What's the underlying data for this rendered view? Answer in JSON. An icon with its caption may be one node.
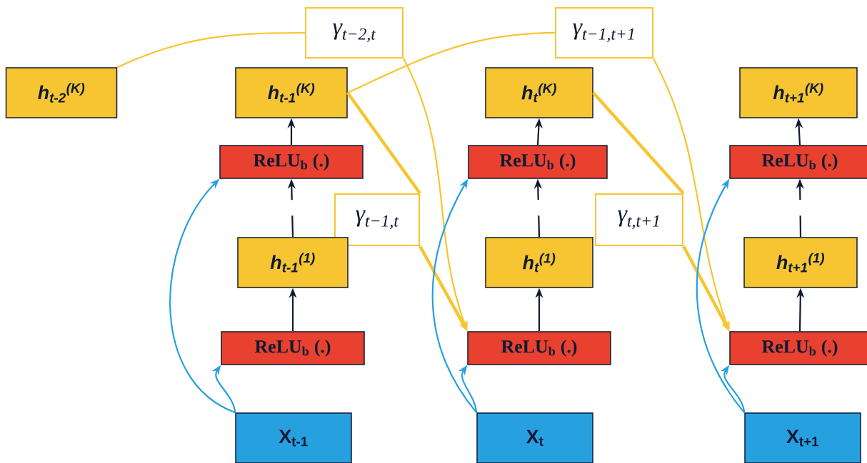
{
  "diagram": {
    "nodes": [
      {
        "text": [
          "γ$_{t−2,t}$"
        ]
      },
      {
        "text": [
          "γ$_{t−1,t+1}$"
        ]
      },
      {
        "text": [
          "h$_{t-2}$$^{(K)}$"
        ]
      },
      {
        "text": [
          "h$_{t-1}$$^{(K)}$"
        ]
      },
      {
        "text": [
          "h$_{t}$$^{(K)}$"
        ]
      },
      {
        "text": [
          "h$_{t+1}$$^{(K)}$"
        ]
      },
      {
        "text": [
          "ReLU$_{b}$ (.)"
        ]
      },
      {
        "text": [
          "ReLU$_{b}$ (.)"
        ]
      },
      {
        "text": [
          "ReLU$_{b}$ (.)"
        ]
      },
      {
        "text": [
          "γ$_{t−1,t}$"
        ]
      },
      {
        "text": [
          "γ$_{t,t+1}$"
        ]
      },
      {
        "text": [
          "h$_{t-1}$$^{(1)}$"
        ]
      },
      {
        "text": [
          "h$_{t}$$^{(1)}$"
        ]
      },
      {
        "text": [
          "h$_{t+1}$$^{(1)}$"
        ]
      },
      {
        "text": [
          "ReLU$_{b}$ (.)"
        ]
      },
      {
        "text": [
          "ReLU$_{b}$ (.)"
        ]
      },
      {
        "text": [
          "ReLU$_{b}$ (.)"
        ]
      },
      {
        "text": [
          "X$_{t-1}$"
        ]
      },
      {
        "text": [
          "X$_{t}$"
        ]
      },
      {
        "text": [
          "X$_{t+1}$"
        ]
      }
    ],
    "edges": [
      {
        "from": 2,
        "to": 0,
        "arrow": "none",
        "color": "#f6c531"
      },
      {
        "from": 0,
        "to": 15,
        "arrow": "to",
        "color": "#f6c531"
      },
      {
        "from": 3,
        "to": 1,
        "arrow": "none",
        "color": "#f6c531"
      },
      {
        "from": 1,
        "to": 16,
        "arrow": "to",
        "color": "#f6c531"
      },
      {
        "from": 3,
        "to": 9,
        "arrow": "none",
        "style": "thick",
        "color": "#f6c531"
      },
      {
        "from": 9,
        "to": 15,
        "arrow": "to",
        "style": "thick",
        "color": "#f6c531"
      },
      {
        "from": 4,
        "to": 10,
        "arrow": "none",
        "style": "thick",
        "color": "#f6c531"
      },
      {
        "from": 10,
        "to": 16,
        "arrow": "to",
        "style": "thick",
        "color": "#f6c531"
      },
      {
        "from": 14,
        "to": 11,
        "arrow": "to"
      },
      {
        "from": 11,
        "to": 6,
        "arrow": "to",
        "style": "dashed"
      },
      {
        "from": 6,
        "to": 3,
        "arrow": "to"
      },
      {
        "from": 15,
        "to": 12,
        "arrow": "to"
      },
      {
        "from": 12,
        "to": 7,
        "arrow": "to",
        "style": "dashed"
      },
      {
        "from": 7,
        "to": 4,
        "arrow": "to"
      },
      {
        "from": 16,
        "to": 13,
        "arrow": "to"
      },
      {
        "from": 13,
        "to": 8,
        "arrow": "to",
        "style": "dashed"
      },
      {
        "from": 8,
        "to": 5,
        "arrow": "to"
      },
      {
        "from": 17,
        "to": 14,
        "arrow": "to",
        "color": "#27a0e0"
      },
      {
        "from": 17,
        "to": 6,
        "arrow": "to",
        "color": "#27a0e0"
      },
      {
        "from": 18,
        "to": 15,
        "arrow": "to",
        "color": "#27a0e0"
      },
      {
        "from": 18,
        "to": 7,
        "arrow": "to",
        "color": "#27a0e0"
      },
      {
        "from": 19,
        "to": 16,
        "arrow": "to",
        "color": "#27a0e0"
      },
      {
        "from": 19,
        "to": 8,
        "arrow": "to",
        "color": "#27a0e0"
      }
    ]
  }
}
